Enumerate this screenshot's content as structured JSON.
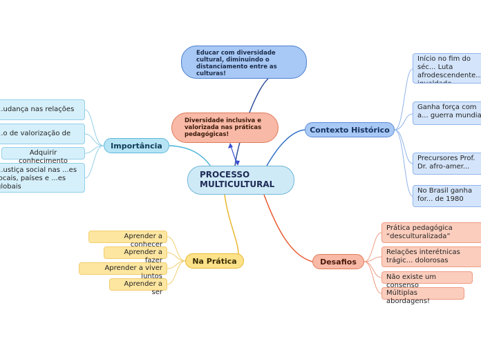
{
  "center": {
    "title": "PROCESSO MULTICULTURAL"
  },
  "top": {
    "bubble1": "Educar com diversidade cultural, diminuindo o distanciamento entre as culturas!",
    "bubble2": "Diversidade inclusiva e valorizada nas práticas pedagógicas!"
  },
  "contexto": {
    "label": "Contexto Histórico",
    "items": [
      "Início no fim do séc... Luta afrodescendente... igualdade",
      "Ganha força com a... guerra mundial",
      "Precursores Prof. Dr. afro-amer...",
      "No Brasil ganha for... de 1980"
    ]
  },
  "importancia": {
    "label": "Importância",
    "items": [
      "...udança nas relações",
      "...o de valorização de",
      "Adquirir conhecimento",
      "...ustiça social nas ...es locais, países e ...es globais"
    ]
  },
  "pratica": {
    "label": "Na Prática",
    "items": [
      "Aprender a conhecer",
      "Aprender a fazer",
      "Aprender a viver juntos",
      "Aprender a ser"
    ]
  },
  "desafios": {
    "label": "Desafios",
    "items": [
      "Prática pedagógica “desculturalizada”",
      "Relações interétnicas trágic... dolorosas",
      "Não existe um consenso",
      "Múltiplas abordagens!"
    ]
  },
  "colors": {
    "blue_link": "#2f6fc8",
    "cyan_link": "#49b3d9",
    "yellow_link": "#e8b730",
    "salmon_link": "#e85a30"
  }
}
